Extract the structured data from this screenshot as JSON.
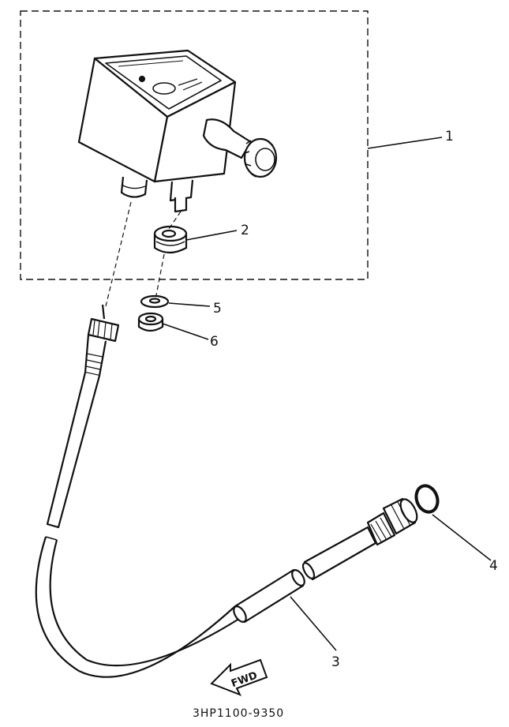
{
  "callouts": {
    "part1": "1",
    "part2": "2",
    "part3": "3",
    "part4": "4",
    "part5": "5",
    "part6": "6"
  },
  "direction_label": "FWD",
  "drawing_code": "3HP1100-9350"
}
